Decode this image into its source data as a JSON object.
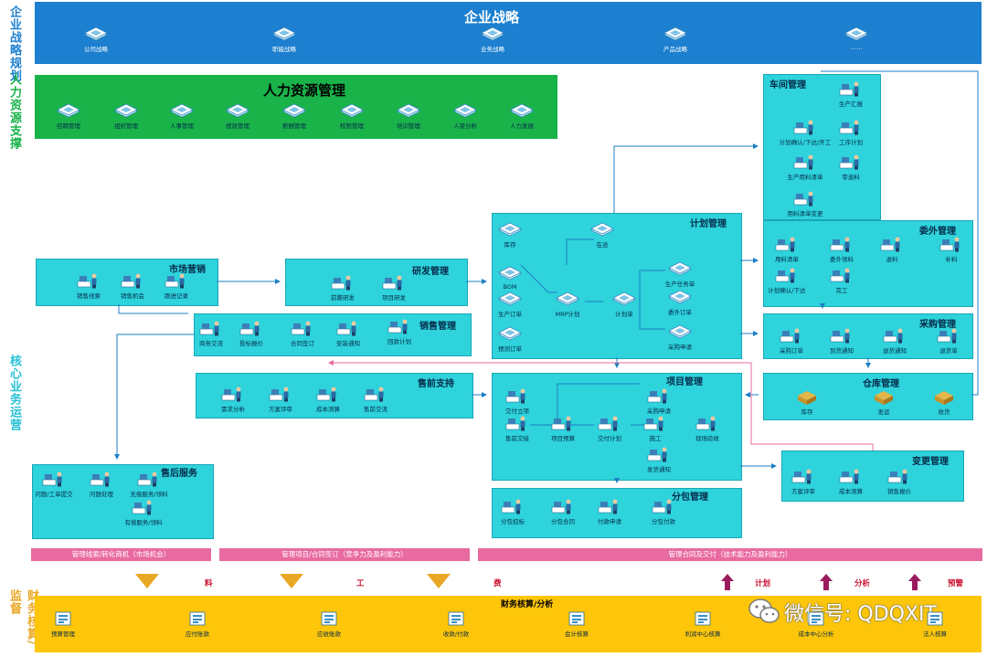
{
  "side_labels": {
    "strategy": "企业战略规划",
    "hr": "人力资源支撑",
    "core": "核心业务运营",
    "finance": "财务核算/监督"
  },
  "strategy": {
    "title": "企业战略",
    "items": [
      "公司战略",
      "职能战略",
      "业务战略",
      "产品战略",
      "……"
    ]
  },
  "hr": {
    "title": "人力资源管理",
    "items": [
      "招聘管理",
      "组织管理",
      "人事管理",
      "绩效管理",
      "薪酬管理",
      "权限管理",
      "培训管理",
      "人资分析",
      "人力发展"
    ]
  },
  "workshop": {
    "title": "车间管理",
    "items": [
      "生产汇报",
      "计划确认/下达/开工",
      "工序计划",
      "生产用料清单",
      "零退料",
      "用料清单变更"
    ]
  },
  "plan": {
    "title": "计划管理",
    "items": [
      "库存",
      "在途",
      "BOM",
      "生产订单",
      "预测订单",
      "MRP计划",
      "计划单",
      "生产任务单",
      "委外订单",
      "采购申请"
    ]
  },
  "outsource": {
    "title": "委外管理",
    "items": [
      "用料清单",
      "委外领料",
      "退料",
      "补料",
      "计划确认/下达",
      "完工"
    ]
  },
  "market": {
    "title": "市场营销",
    "items": [
      "销售线索",
      "销售机会",
      "跟进记录"
    ]
  },
  "rnd": {
    "title": "研发管理",
    "items": [
      "前瞻研发",
      "项目研发"
    ]
  },
  "sales": {
    "title": "销售管理",
    "items": [
      "商务交流",
      "投标报价",
      "合同签订",
      "安装通知",
      "回款计划"
    ]
  },
  "purchase": {
    "title": "采购管理",
    "items": [
      "采购订单",
      "到货通知",
      "退货通知",
      "退货单"
    ]
  },
  "warehouse": {
    "title": "仓库管理",
    "items": [
      "库存",
      "发运",
      "收货"
    ]
  },
  "presale": {
    "title": "售前支持",
    "items": [
      "需求分析",
      "方案评审",
      "成本测算",
      "售前交流"
    ]
  },
  "project": {
    "title": "项目管理",
    "items": [
      "交付立项",
      "售前交接",
      "项目预算",
      "交付计划",
      "采购申请",
      "施工",
      "现场验收",
      "发货通知"
    ]
  },
  "aftersale": {
    "title": "售后服务",
    "items": [
      "问题/工单提交",
      "问题处理",
      "无偿服务/领料",
      "有偿服务/领料"
    ]
  },
  "change": {
    "title": "变更管理",
    "items": [
      "方案评审",
      "成本测算",
      "销售报价"
    ]
  },
  "subcontract": {
    "title": "分包管理",
    "items": [
      "分包招标",
      "分包合同",
      "付款申请",
      "分包付款"
    ]
  },
  "pink_bars": [
    "管理线索/转化商机（市场机会）",
    "管理项目/合同签订（竞争力及盈利能力）",
    "管理合同及交付（技术能力及盈利能力）"
  ],
  "flow_words": {
    "left": [
      "料",
      "工",
      "费"
    ],
    "right": [
      "计划",
      "分析",
      "预警"
    ]
  },
  "finance": {
    "title": "财务核算/分析",
    "items": [
      "预算管理",
      "应付账款",
      "应收账款",
      "收款/付款",
      "会计核算",
      "利润中心核算",
      "成本中心分析",
      "法人核算"
    ]
  },
  "watermark": "微信号: QDQXIT",
  "colors": {
    "strategy_band": "#1c7fcf",
    "hr_band": "#19b34a",
    "module_box": "#2ed3dc",
    "finance_band": "#fdc60a",
    "pink_bar": "#e96aa1",
    "arrow_red": "#c8102e",
    "side_blue": "#1c7fcf",
    "side_green": "#19b34a",
    "side_cyan": "#27c1d6",
    "side_orange": "#e9a824"
  }
}
